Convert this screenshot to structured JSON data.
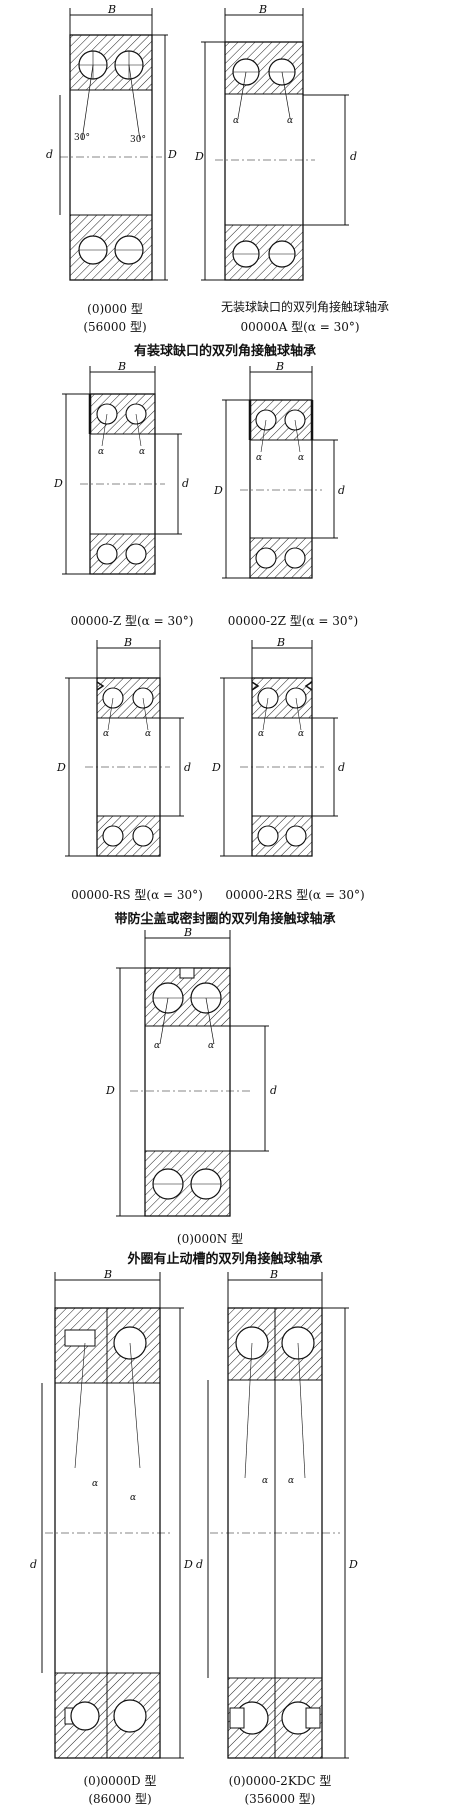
{
  "dimension_labels": {
    "width": "B",
    "outer_diameter": "D",
    "bore_diameter": "d",
    "contact_angle": "α",
    "angle_value": "30°"
  },
  "figures": {
    "f1": {
      "caption_1": "(0)000 型",
      "caption_2": "(56000 型)"
    },
    "f2": {
      "caption_1": "无装球缺口的双列角接触球轴承",
      "caption_2": "00000A 型(α = 30°)"
    },
    "f3": {
      "caption_1": "00000-Z 型(α = 30°)"
    },
    "f4": {
      "caption_1": "00000-2Z 型(α = 30°)"
    },
    "f5": {
      "caption_1": "00000-RS 型(α = 30°)"
    },
    "f6": {
      "caption_1": "00000-2RS 型(α = 30°)"
    },
    "f7": {
      "caption_1": "(0)000N 型"
    },
    "f8": {
      "caption_1": "(0)0000D 型",
      "caption_2": "(86000 型)"
    },
    "f9": {
      "caption_1": "(0)0000-2KDC 型",
      "caption_2": "(356000 型)"
    }
  },
  "headings": {
    "h1": "有装球缺口的双列角接触球轴承",
    "h2": "带防尘盖或密封圈的双列角接触球轴承",
    "h3": "外圈有止动槽的双列角接触球轴承"
  }
}
